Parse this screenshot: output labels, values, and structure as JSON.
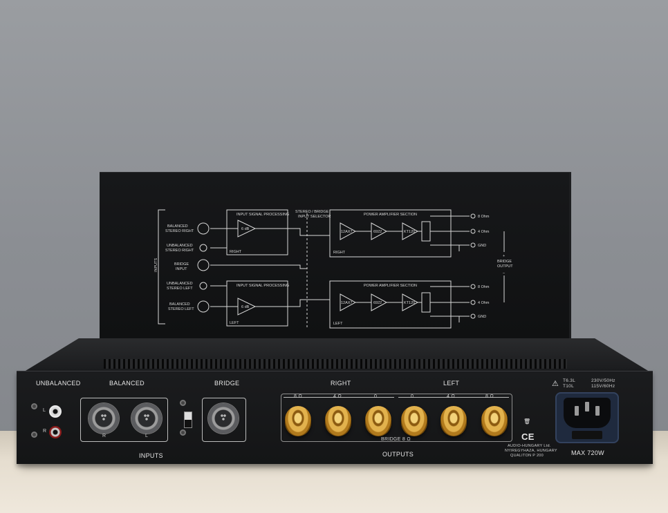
{
  "scene": {
    "description_colors": {
      "wall": "#8f9296",
      "chassis": "#141516",
      "gold": "#e2b24d",
      "iec_blue": "#1f2a3e"
    }
  },
  "cover": {
    "left_title": "INPUT SIGNAL PROCESSING",
    "right_title": "POWER AMPLIFIER SECTION",
    "selector": "STEREO / BRIDGE\nINPUT SELECTOR",
    "selector_line1": "STEREO / BRIDGE",
    "selector_line2": "INPUT SELECTOR",
    "inputs_side": "INPUTS",
    "bal_r_1": "BALANCED",
    "bal_r_2": "STEREO RIGHT",
    "unbal_r_1": "UNBALANCED",
    "unbal_r_2": "STEREO RIGHT",
    "bridge_1": "BRIDGE",
    "bridge_2": "INPUT",
    "unbal_l_1": "UNBALANCED",
    "unbal_l_2": "STEREO LEFT",
    "bal_l_1": "BALANCED",
    "bal_l_2": "STEREO LEFT",
    "gain": "6 dB",
    "right": "RIGHT",
    "left": "LEFT",
    "tube1": "12AX7",
    "tube2": "6922",
    "tube3": "KT120",
    "out8": "8 Ohm",
    "out4": "4 Ohm",
    "gnd": "GND",
    "bridge_out_1": "BRIDGE",
    "bridge_out_2": "OUTPUT",
    "plus": "+",
    "minus": "–"
  },
  "panel": {
    "unbalanced": "UNBALANCED",
    "balanced": "BALANCED",
    "bridge": "BRIDGE",
    "right": "RIGHT",
    "left": "LEFT",
    "ch_l": "L",
    "ch_r": "R",
    "xlr_r": "R",
    "xlr_l": "L",
    "inputs": "INPUTS",
    "outputs": "OUTPUTS",
    "bridge8": "BRIDGE 8 Ω",
    "r8": "8 Ω",
    "r4": "4 Ω",
    "r0": "0",
    "l0": "0",
    "l4": "4 Ω",
    "l8": "8 Ω",
    "ce": "CE",
    "maker1": "AUDIO-HUNGARY Ltd.",
    "maker2": "NYIREGYHAZA, HUNGARY",
    "maker3": "QUALITON P   200",
    "fuse1": "T6.3L",
    "fuse2": "T10L",
    "volt1": "230V/50Hz",
    "volt2": "115V/60Hz",
    "max": "MAX 720W"
  }
}
